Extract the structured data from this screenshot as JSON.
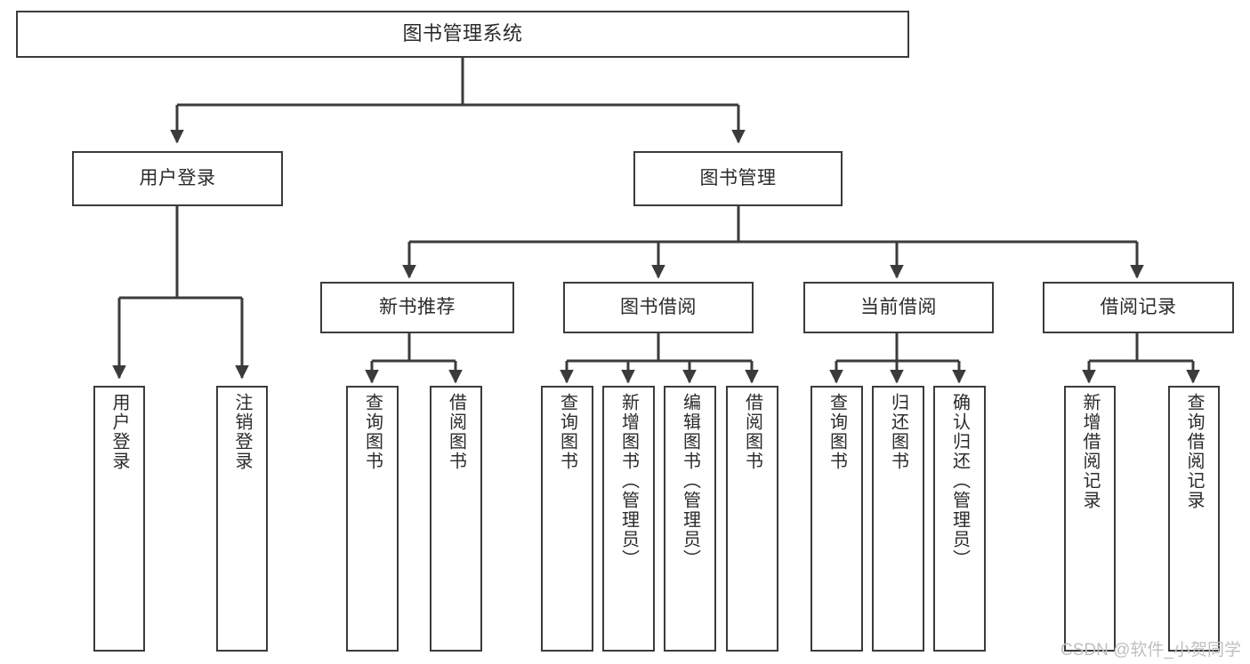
{
  "diagram": {
    "title": "图书管理系统",
    "type": "hierarchy-tree",
    "watermark": "CSDN @软件_小贺同学",
    "colors": {
      "stroke": "#3b3b3b",
      "text": "#2b2b2b",
      "background": "#ffffff",
      "watermark": "#bfbfbf"
    },
    "levels": {
      "level1": [
        {
          "id": "root",
          "label": "图书管理系统"
        }
      ],
      "level2": [
        {
          "id": "user-login",
          "label": "用户登录"
        },
        {
          "id": "book-manage",
          "label": "图书管理"
        }
      ],
      "level3": [
        {
          "id": "new-book-recommend",
          "label": "新书推荐"
        },
        {
          "id": "book-borrow",
          "label": "图书借阅"
        },
        {
          "id": "current-borrow",
          "label": "当前借阅"
        },
        {
          "id": "borrow-record",
          "label": "借阅记录"
        }
      ],
      "leaves": {
        "user-login": [
          {
            "id": "leaf-user-login",
            "label": "用户登录"
          },
          {
            "id": "leaf-logout",
            "label": "注销登录"
          }
        ],
        "new-book-recommend": [
          {
            "id": "leaf-query-book-1",
            "label": "查询图书"
          },
          {
            "id": "leaf-borrow-book-1",
            "label": "借阅图书"
          }
        ],
        "book-borrow": [
          {
            "id": "leaf-query-book-2",
            "label": "查询图书"
          },
          {
            "id": "leaf-add-book",
            "label": "新增图书（管理员）"
          },
          {
            "id": "leaf-edit-book",
            "label": "编辑图书（管理员）"
          },
          {
            "id": "leaf-borrow-book-2",
            "label": "借阅图书"
          }
        ],
        "current-borrow": [
          {
            "id": "leaf-query-book-3",
            "label": "查询图书"
          },
          {
            "id": "leaf-return-book",
            "label": "归还图书"
          },
          {
            "id": "leaf-confirm-return",
            "label": "确认归还（管理员）"
          }
        ],
        "borrow-record": [
          {
            "id": "leaf-add-record",
            "label": "新增借阅记录"
          },
          {
            "id": "leaf-query-record",
            "label": "查询借阅记录"
          }
        ]
      }
    }
  }
}
